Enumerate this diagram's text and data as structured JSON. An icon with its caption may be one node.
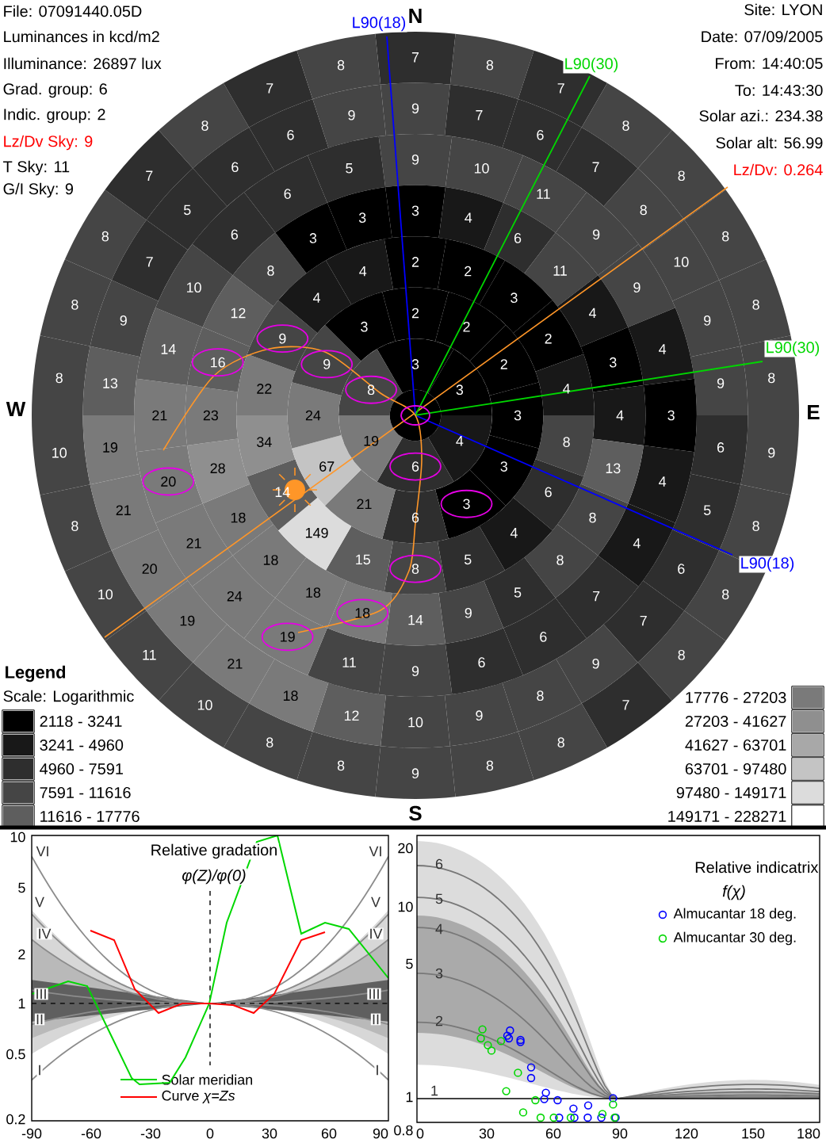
{
  "diagram": {
    "labels": [
      "File: 07091440.05D",
      "Luminances in kcd/m2",
      "Illuminance: 26897 lux",
      "Grad. group: 6",
      "Indic. group: 2",
      "Lz/Dv Sky: 9",
      "T Sky: 11",
      "G/I Sky: 9",
      "Site: LYON",
      "Date: 07/09/2005",
      "From: 14:40:05",
      "To: 14:43:30",
      "Solar azi.: 234.38",
      "Solar alt: 56.99",
      "Lz/Dv: 0.264",
      "N",
      "L90(18)",
      "L90(30)",
      "W",
      "E",
      "L90(30)",
      "L90(18)",
      "S",
      "Legend",
      "Scale: Logarithmic",
      "7",
      "8",
      "7",
      "8",
      "8",
      "8",
      "8",
      "8",
      "9",
      "8",
      "8",
      "8",
      "7",
      "8",
      "8",
      "9",
      "8",
      "8",
      "10",
      "11",
      "10",
      "8",
      "10",
      "8",
      "8",
      "8",
      "7",
      "8",
      "7",
      "8",
      "9",
      "7",
      "6",
      "7",
      "8",
      "10",
      "9",
      "9",
      "6",
      "5",
      "6",
      "7",
      "9",
      "8",
      "9",
      "10",
      "12",
      "18",
      "21",
      "19",
      "20",
      "21",
      "19",
      "13",
      "9",
      "7",
      "5",
      "6",
      "6",
      "9",
      "9",
      "10",
      "11",
      "9",
      "9",
      "4",
      "3",
      "4",
      "4",
      "7",
      "6",
      "6",
      "9",
      "11",
      "19",
      "24",
      "21",
      "20",
      "21",
      "14",
      "10",
      "6",
      "6",
      "5",
      "3",
      "4",
      "6",
      "11",
      "4",
      "3",
      "4",
      "13",
      "8",
      "8",
      "5",
      "9",
      "14",
      "18",
      "18",
      "18",
      "18",
      "28",
      "23",
      "16",
      "12",
      "8",
      "3",
      "3",
      "2",
      "2",
      "3",
      "2",
      "4",
      "8",
      "6",
      "4",
      "5",
      "8",
      "15",
      "149",
      "14",
      "34",
      "22",
      "9",
      "4",
      "4",
      "2",
      "2",
      "2",
      "3",
      "3",
      "3",
      "6",
      "21",
      "67",
      "24",
      "9",
      "3",
      "3",
      "3",
      "4",
      "6",
      "19",
      "8",
      "Relative gradation",
      "φ(Z)/φ(0)",
      "VI",
      "V",
      "IV",
      "III",
      "II",
      "I",
      "VI",
      "V",
      "IV",
      "III",
      "II",
      "I",
      "10",
      "5",
      "2",
      "1",
      "0.5",
      "0.2",
      "-90",
      "-60",
      "-30",
      "0",
      "30",
      "60",
      "90",
      "Relative indicatrix",
      "f(χ)",
      "6",
      "5",
      "4",
      "3",
      "2",
      "1",
      "20",
      "10",
      "5",
      "1",
      "0.8",
      "0",
      "30",
      "60",
      "90",
      "120",
      "150",
      "180"
    ],
    "legend": [
      {
        "text": "2118 - 3241",
        "color": "#000000"
      },
      {
        "text": "3241 - 4960",
        "color": "#181818"
      },
      {
        "text": "4960 - 7591",
        "color": "#2e2e2e"
      },
      {
        "text": "7591 - 11616",
        "color": "#454545"
      },
      {
        "text": "11616 - 17776",
        "color": "#5e5e5e"
      },
      {
        "text": "17776 - 27203",
        "color": "#7a7a7a"
      },
      {
        "text": "27203 - 41627",
        "color": "#8f8f8f"
      },
      {
        "text": "41627 - 63701",
        "color": "#a8a8a8"
      },
      {
        "text": "63701 - 97480",
        "color": "#c4c4c4"
      },
      {
        "text": "97480 - 149171",
        "color": "#dcdcdc"
      },
      {
        "text": "149171 - 228271",
        "color": "#ffffff"
      },
      {
        "text": "Solar meridian"
      },
      {
        "text": "Curve *χ=Zs*"
      },
      {
        "text": "Almucantar 18 deg."
      },
      {
        "text": "Almucantar 30 deg."
      }
    ]
  }
}
